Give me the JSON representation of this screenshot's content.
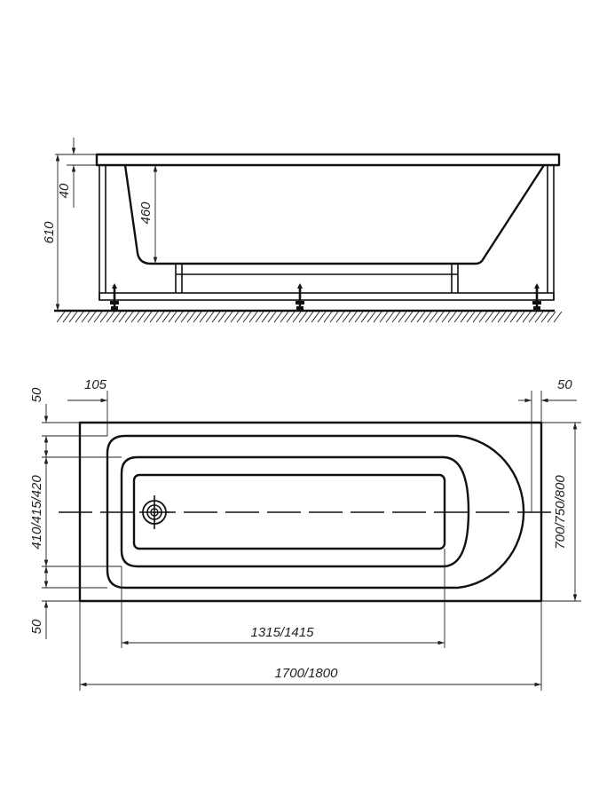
{
  "side_view": {
    "dims": {
      "total_height": "610",
      "rim_thickness": "40",
      "depth": "460"
    }
  },
  "top_view": {
    "dims": {
      "left_offset": "105",
      "right_offset": "50",
      "top_margin": "50",
      "bottom_margin": "50",
      "inner_width": "410/415/420",
      "width": "700/750/800",
      "inner_length": "1315/1415",
      "length": "1700/1800"
    }
  },
  "colors": {
    "line": "#111111",
    "background": "#ffffff"
  }
}
